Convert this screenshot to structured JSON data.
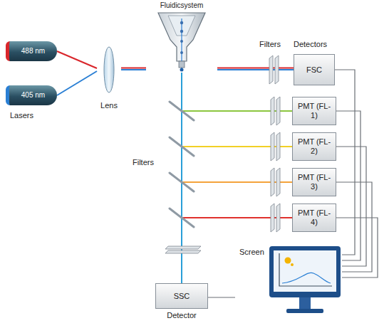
{
  "diagram": {
    "nodes": [
      {
        "text": [
          "488 nm"
        ]
      },
      {
        "text": [
          "405 nm"
        ]
      },
      {
        "text": [
          "Fluidicsystem"
        ]
      },
      {
        "text": [
          "Lens"
        ]
      },
      {
        "text": [
          "FSC"
        ]
      },
      {
        "text": [
          "PMT (FL-1)"
        ]
      },
      {
        "text": [
          "PMT (FL-2)"
        ]
      },
      {
        "text": [
          "PMT (FL-3)"
        ]
      },
      {
        "text": [
          "PMT (FL-4)"
        ]
      },
      {
        "text": [
          "SSC",
          "Detector"
        ]
      },
      {
        "text": [
          "Screen"
        ]
      }
    ],
    "edges": [
      {
        "from": 0,
        "to": 3,
        "arrow": "none"
      },
      {
        "from": 1,
        "to": 3,
        "arrow": "none"
      },
      {
        "from": 3,
        "to": 2,
        "arrow": "none"
      },
      {
        "from": 2,
        "to": 4,
        "arrow": "none"
      },
      {
        "from": 2,
        "to": 5,
        "arrow": "none"
      },
      {
        "from": 2,
        "to": 6,
        "arrow": "none"
      },
      {
        "from": 2,
        "to": 7,
        "arrow": "none"
      },
      {
        "from": 2,
        "to": 8,
        "arrow": "none"
      },
      {
        "from": 2,
        "to": 9,
        "arrow": "none"
      },
      {
        "from": 4,
        "to": 10,
        "arrow": "none"
      },
      {
        "from": 5,
        "to": 10,
        "arrow": "none"
      },
      {
        "from": 6,
        "to": 10,
        "arrow": "none"
      },
      {
        "from": 7,
        "to": 10,
        "arrow": "none"
      },
      {
        "from": 8,
        "to": 10,
        "arrow": "none"
      },
      {
        "from": 9,
        "to": 10,
        "arrow": "none"
      }
    ],
    "labels": [
      "Lasers",
      "Filters",
      "Detectors",
      "Filters"
    ]
  }
}
